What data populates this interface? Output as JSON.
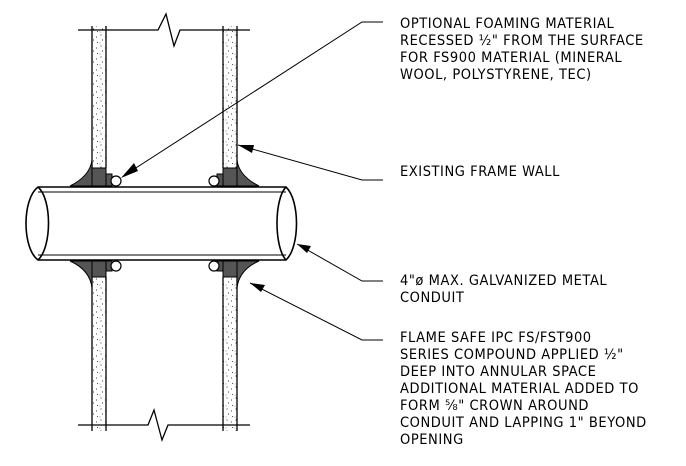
{
  "notes": {
    "foaming": [
      "OPTIONAL FOAMING MATERIAL",
      "RECESSED ½\" FROM THE SURFACE",
      "FOR FS900 MATERIAL (MINERAL",
      "WOOL, POLYSTYRENE, TEC)"
    ],
    "frame_wall": [
      "EXISTING FRAME WALL"
    ],
    "conduit": [
      "4\"ø MAX. GALVANIZED METAL",
      "CONDUIT"
    ],
    "compound": [
      "FLAME SAFE IPC FS/FST900",
      "SERIES COMPOUND APPLIED ½\"",
      "DEEP INTO ANNULAR SPACE",
      "ADDITIONAL MATERIAL ADDED TO",
      "FORM ⅝\" CROWN AROUND",
      "CONDUIT AND LAPPING 1\" BEYOND",
      "OPENING"
    ]
  },
  "colors": {
    "line": "#000000",
    "sealant": "#555555",
    "background": "#ffffff"
  }
}
